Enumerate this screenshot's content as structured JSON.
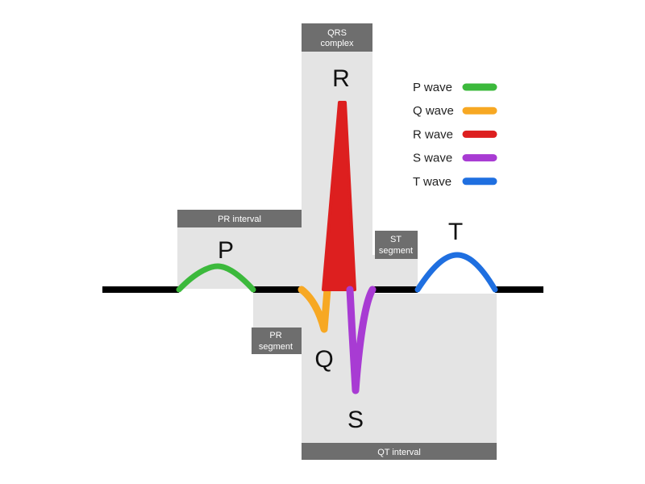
{
  "colors": {
    "region_fill": "#e4e4e4",
    "label_box": "#6e6e6e",
    "baseline": "#000000",
    "p_wave": "#3cb93c",
    "q_wave": "#f7a823",
    "r_wave": "#dd1f1f",
    "s_wave": "#a83bd3",
    "t_wave": "#1f6fe0"
  },
  "wave_labels": {
    "p": "P",
    "q": "Q",
    "r": "R",
    "s": "S",
    "t": "T"
  },
  "boxes": {
    "qrs_complex": [
      "QRS",
      "complex"
    ],
    "pr_interval": [
      "PR interval"
    ],
    "pr_segment": [
      "PR",
      "segment"
    ],
    "st_segment": [
      "ST",
      "segment"
    ],
    "qt_interval": [
      "QT interval"
    ]
  },
  "legend": [
    {
      "key": "p",
      "label": "P wave",
      "color": "#3cb93c"
    },
    {
      "key": "q",
      "label": "Q wave",
      "color": "#f7a823"
    },
    {
      "key": "r",
      "label": "R wave",
      "color": "#dd1f1f"
    },
    {
      "key": "s",
      "label": "S wave",
      "color": "#a83bd3"
    },
    {
      "key": "t",
      "label": "T wave",
      "color": "#1f6fe0"
    }
  ]
}
